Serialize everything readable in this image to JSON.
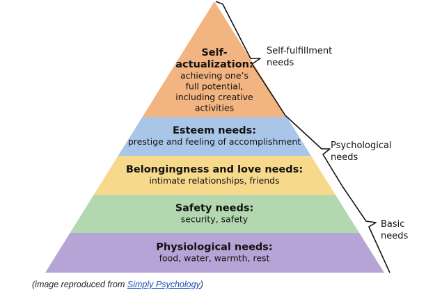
{
  "pyramid": {
    "tiers": [
      {
        "id": "self-actualization",
        "title_lines": [
          "Self-",
          "actualization:"
        ],
        "desc_lines": [
          "achieving one’s",
          "full potential,",
          "including creative",
          "activities"
        ],
        "color": "#f2b480"
      },
      {
        "id": "esteem",
        "title_lines": [
          "Esteem needs:"
        ],
        "desc_lines": [
          "prestige and feeling of accomplishment"
        ],
        "color": "#a9c6e9"
      },
      {
        "id": "belongingness",
        "title_lines": [
          "Belongingness and love needs:"
        ],
        "desc_lines": [
          "intimate relationships, friends"
        ],
        "color": "#f7d98c"
      },
      {
        "id": "safety",
        "title_lines": [
          "Safety needs:"
        ],
        "desc_lines": [
          "security, safety"
        ],
        "color": "#b3d8b0"
      },
      {
        "id": "physiological",
        "title_lines": [
          "Physiological needs:"
        ],
        "desc_lines": [
          "food, water, warmth, rest"
        ],
        "color": "#b7a4d6"
      }
    ]
  },
  "groups": [
    {
      "id": "self-fulfillment",
      "label_lines": [
        "Self-fulfillment",
        "needs"
      ]
    },
    {
      "id": "psychological",
      "label_lines": [
        "Psychological",
        "needs"
      ]
    },
    {
      "id": "basic",
      "label_lines": [
        "Basic",
        "needs"
      ]
    }
  ],
  "caption": {
    "prefix": "(image reproduced from ",
    "link_text": "Simply Psychology",
    "suffix": ")"
  }
}
